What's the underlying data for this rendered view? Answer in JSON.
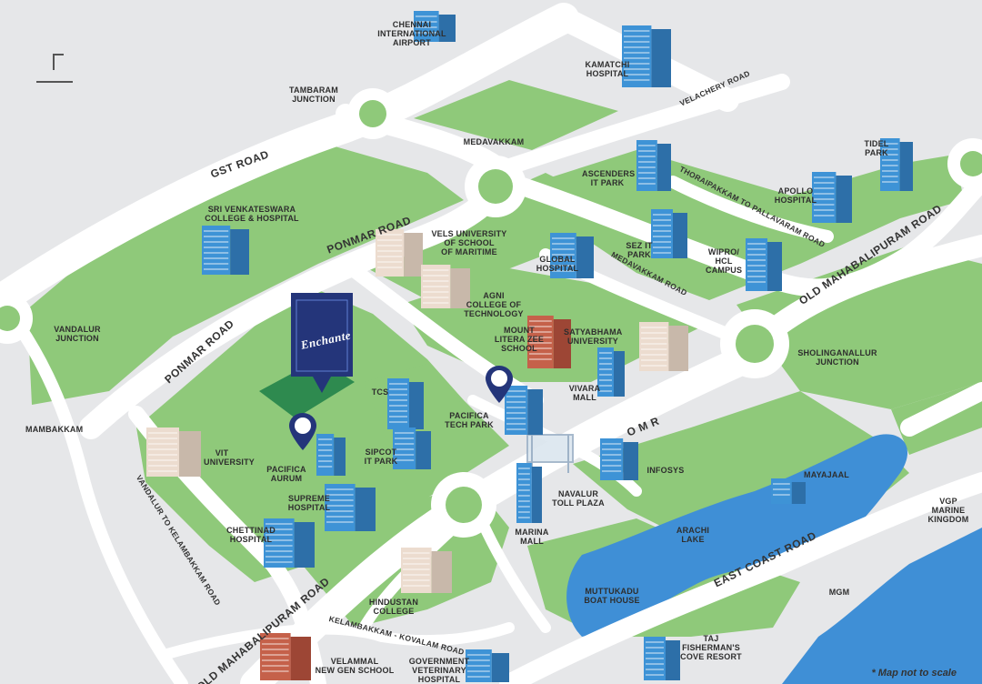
{
  "map": {
    "colors": {
      "background": "#e6e7e9",
      "land": "#8fc97a",
      "road": "#ffffff",
      "water": "#3f8fd6",
      "building_blue": "#3e93d6",
      "building_cream": "#ecdccf",
      "building_brick": "#c5614a",
      "marker_navy": "#24357a",
      "highlight_green": "#2e8a4f"
    },
    "icons": [
      "map-pin-icon",
      "building-icon",
      "enchante-marker-icon"
    ],
    "project_marker": "Enchante",
    "scale_note": "* Map not to scale",
    "roads": [
      {
        "id": "gst-road",
        "label": "GST ROAD"
      },
      {
        "id": "ponmar-road-1",
        "label": "PONMAR ROAD"
      },
      {
        "id": "ponmar-road-2",
        "label": "PONMAR ROAD"
      },
      {
        "id": "velachery-road",
        "label": "VELACHERY ROAD"
      },
      {
        "id": "thoraipakkam",
        "label": "THORAIPAKKAM TO PALLAVARAM ROAD"
      },
      {
        "id": "medavakkam-road",
        "label": "MEDAVAKKAM ROAD"
      },
      {
        "id": "omr-upper",
        "label": "OLD MAHABALIPURAM ROAD"
      },
      {
        "id": "omr-short",
        "label": "O M R"
      },
      {
        "id": "vandalur-kel",
        "label": "VANDALUR TO KELAMBAKKAM ROAD"
      },
      {
        "id": "omr-lower",
        "label": "OLD MAHABALIPURAM ROAD"
      },
      {
        "id": "ecr",
        "label": "EAST COAST ROAD"
      },
      {
        "id": "kelambakkam-kovalam",
        "label": "KELAMBAKKAM - KOVALAM ROAD"
      }
    ],
    "places": [
      {
        "id": "chennai-airport",
        "label": "CHENNAI\nINTERNATIONAL\nAIRPORT"
      },
      {
        "id": "kamatchi",
        "label": "KAMATCHI\nHOSPITAL"
      },
      {
        "id": "tambaram",
        "label": "TAMBARAM\nJUNCTION"
      },
      {
        "id": "medavakkam",
        "label": "MEDAVAKKAM"
      },
      {
        "id": "ascenders",
        "label": "ASCENDERS\nIT PARK"
      },
      {
        "id": "tidel",
        "label": "TIDEL\nPARK"
      },
      {
        "id": "apollo",
        "label": "APOLLO\nHOSPITAL"
      },
      {
        "id": "sri-venkateswara",
        "label": "SRI VENKATESWARA\nCOLLEGE & HOSPITAL"
      },
      {
        "id": "vels",
        "label": "VELS UNIVERSITY\nOF SCHOOL\nOF MARITIME"
      },
      {
        "id": "global-hospital",
        "label": "GLOBAL\nHOSPITAL"
      },
      {
        "id": "sez",
        "label": "SEZ IT\nPARK"
      },
      {
        "id": "wipro",
        "label": "WIPRO/\nHCL\nCAMPUS"
      },
      {
        "id": "agni",
        "label": "AGNI\nCOLLEGE OF\nTECHNOLOGY"
      },
      {
        "id": "vandalur",
        "label": "VANDALUR\nJUNCTION"
      },
      {
        "id": "mount-litera",
        "label": "MOUNT\nLITERA ZEE\nSCHOOL"
      },
      {
        "id": "satyabhama",
        "label": "SATYABHAMA\nUNIVERSITY"
      },
      {
        "id": "sholinganallur",
        "label": "SHOLINGANALLUR\nJUNCTION"
      },
      {
        "id": "tcs",
        "label": "TCS"
      },
      {
        "id": "vivara",
        "label": "VIVARA\nMALL"
      },
      {
        "id": "pacifica-tech",
        "label": "PACIFICA\nTECH PARK"
      },
      {
        "id": "mambakkam",
        "label": "MAMBAKKAM"
      },
      {
        "id": "vit",
        "label": "VIT\nUNIVERSITY"
      },
      {
        "id": "pacifica-aurum",
        "label": "PACIFICA\nAURUM"
      },
      {
        "id": "sipcot",
        "label": "SIPCOT\nIT PARK"
      },
      {
        "id": "infosys",
        "label": "INFOSYS"
      },
      {
        "id": "supreme",
        "label": "SUPREME\nHOSPITAL"
      },
      {
        "id": "navalur",
        "label": "NAVALUR\nTOLL PLAZA"
      },
      {
        "id": "mayajaal",
        "label": "MAYAJAAL"
      },
      {
        "id": "vgp",
        "label": "VGP\nMARINE\nKINGDOM"
      },
      {
        "id": "chettinad",
        "label": "CHETTINAD\nHOSPITAL"
      },
      {
        "id": "marina",
        "label": "MARINA\nMALL"
      },
      {
        "id": "arachi",
        "label": "ARACHI\nLAKE"
      },
      {
        "id": "hindustan",
        "label": "HINDUSTAN\nCOLLEGE"
      },
      {
        "id": "muttukadu",
        "label": "MUTTUKADU\nBOAT HOUSE"
      },
      {
        "id": "mgm",
        "label": "MGM"
      },
      {
        "id": "velammal",
        "label": "VELAMMAL\nNEW GEN SCHOOL"
      },
      {
        "id": "govt-vet",
        "label": "GOVERNMENT\nVETERINARY\nHOSPITAL"
      },
      {
        "id": "taj",
        "label": "TAJ\nFISHERMAN'S\nCOVE RESORT"
      }
    ]
  }
}
